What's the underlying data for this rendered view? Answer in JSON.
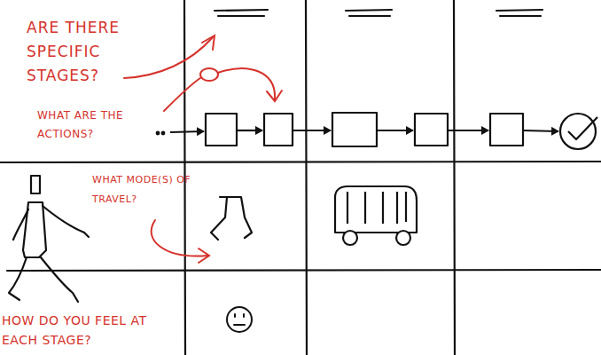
{
  "diagram": {
    "labels": [
      "ARE THERE SPECIFIC STAGES?",
      "WHAT ARE THE ACTIONS?",
      "WHAT MODE(S) OF TRAVEL?",
      "HOW DO YOU FEEL AT EACH STAGE?"
    ]
  }
}
